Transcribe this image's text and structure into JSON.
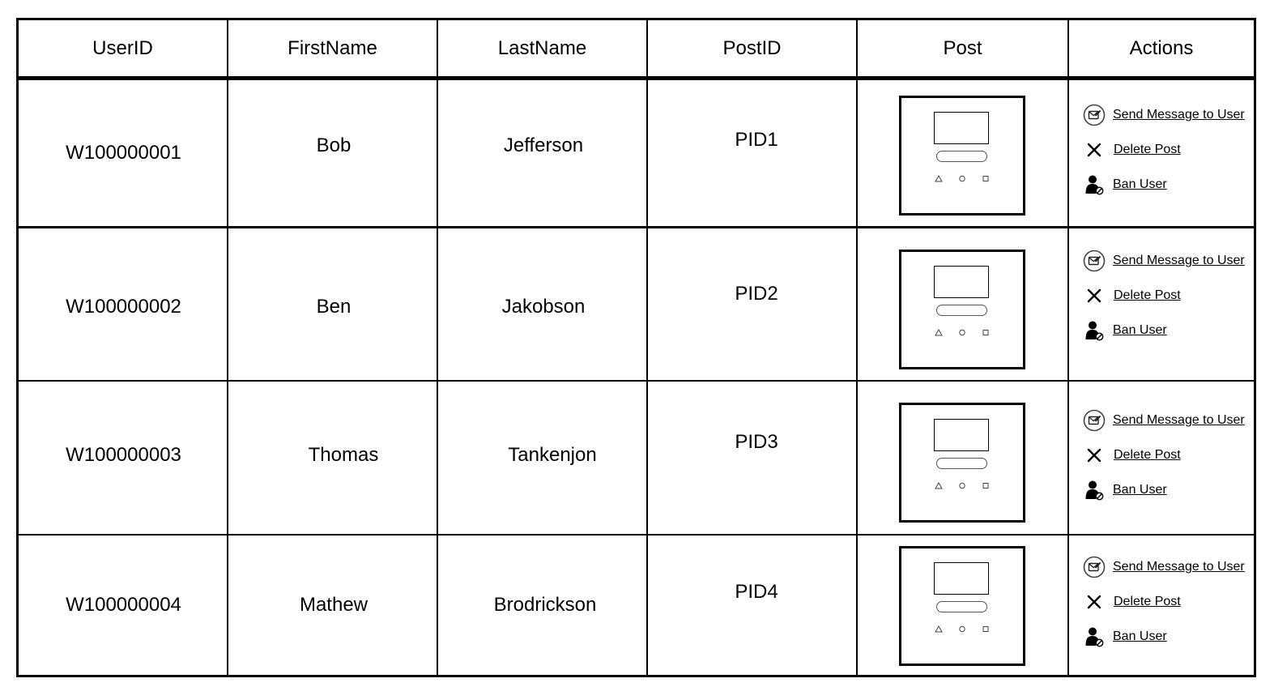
{
  "table": {
    "headers": [
      "UserID",
      "FirstName",
      "LastName",
      "PostID",
      "Post",
      "Actions"
    ],
    "rows": [
      {
        "user_id": "W100000001",
        "first_name": "Bob",
        "last_name": "Jefferson",
        "post_id": "PID1"
      },
      {
        "user_id": "W100000002",
        "first_name": "Ben",
        "last_name": "Jakobson",
        "post_id": "PID2"
      },
      {
        "user_id": "W100000003",
        "first_name": "Thomas",
        "last_name": "Tankenjon",
        "post_id": "PID3"
      },
      {
        "user_id": "W100000004",
        "first_name": "Mathew",
        "last_name": "Brodrickson",
        "post_id": "PID4"
      }
    ],
    "post_thumbnail_icon": "mobile-post-wireframe-icon"
  },
  "actions": {
    "send_message": {
      "label": "Send Message to User",
      "icon": "message-icon"
    },
    "delete_post": {
      "label": "Delete Post",
      "icon": "close-icon"
    },
    "ban_user": {
      "label": "Ban User",
      "icon": "ban-user-icon"
    }
  }
}
